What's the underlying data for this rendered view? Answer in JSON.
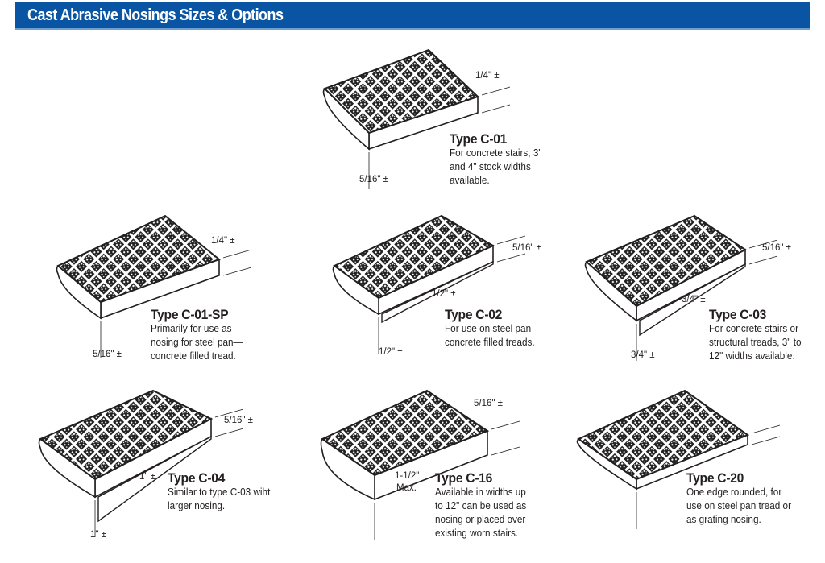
{
  "header": {
    "title": "Cast Abrasive Nosings Sizes & Options",
    "color": "#0a55a3"
  },
  "products": [
    {
      "title": "Type C-01",
      "desc": [
        "For concrete stairs, 3\"",
        "and 4\" stock widths",
        "available."
      ],
      "dims": [
        "1/4\" ±",
        "5/16\" ±"
      ]
    },
    {
      "title": "Type C-01-SP",
      "desc": [
        "Primarily for use as",
        "nosing for steel pan—",
        "concrete filled tread."
      ],
      "dims": [
        "1/4\" ±",
        "5/16\" ±"
      ]
    },
    {
      "title": "Type C-02",
      "desc": [
        "For use on steel pan—",
        "concrete filled treads."
      ],
      "dims": [
        "5/16\" ±",
        "1/2\" ±",
        "1/2\" ±"
      ]
    },
    {
      "title": "Type C-03",
      "desc": [
        "For concrete stairs or",
        "structural treads, 3\" to",
        "12\" widths available."
      ],
      "dims": [
        "5/16\" ±",
        "3/4\" ±",
        "3/4\" ±"
      ]
    },
    {
      "title": "Type C-04",
      "desc": [
        "Similar to type C-03 wiht",
        "larger nosing."
      ],
      "dims": [
        "5/16\" ±",
        "1\" ±",
        "1\" ±"
      ]
    },
    {
      "title": "Type C-16",
      "desc": [
        "Available in widths up",
        "to 12\" can be used as",
        "nosing or placed over",
        "existing worn stairs."
      ],
      "dims": [
        "5/16\" ±",
        "1-1/2\"",
        "Max."
      ]
    },
    {
      "title": "Type C-20",
      "desc": [
        "One edge rounded, for",
        "use on steel pan tread or",
        "as grating nosing."
      ],
      "dims": []
    }
  ]
}
